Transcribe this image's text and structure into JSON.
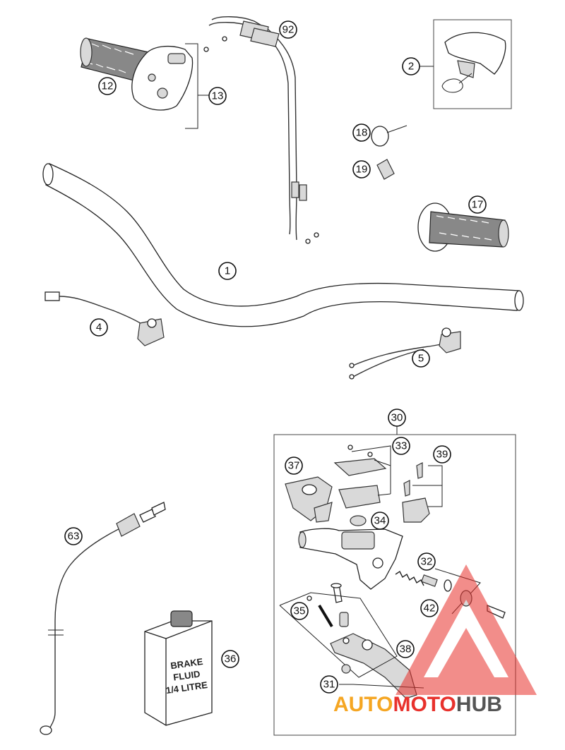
{
  "callouts": {
    "c1": "1",
    "c2": "2",
    "c4": "4",
    "c5": "5",
    "c12": "12",
    "c13": "13",
    "c17": "17",
    "c18": "18",
    "c19": "19",
    "c30": "30",
    "c31": "31",
    "c32": "32",
    "c33": "33",
    "c34": "34",
    "c35": "35",
    "c36": "36",
    "c37": "37",
    "c38": "38",
    "c39": "39",
    "c42": "42",
    "c63": "63",
    "c92": "92"
  },
  "bottle_label": {
    "line1": "BRAKE",
    "line2": "FLUID",
    "line3": "1/4 LITRE"
  },
  "watermark": {
    "part1": "AUTO",
    "part2": "MOTO",
    "part3": "HUB",
    "colors": {
      "orange": "#f5a623",
      "red": "#e8312c",
      "grey": "#555555"
    }
  }
}
